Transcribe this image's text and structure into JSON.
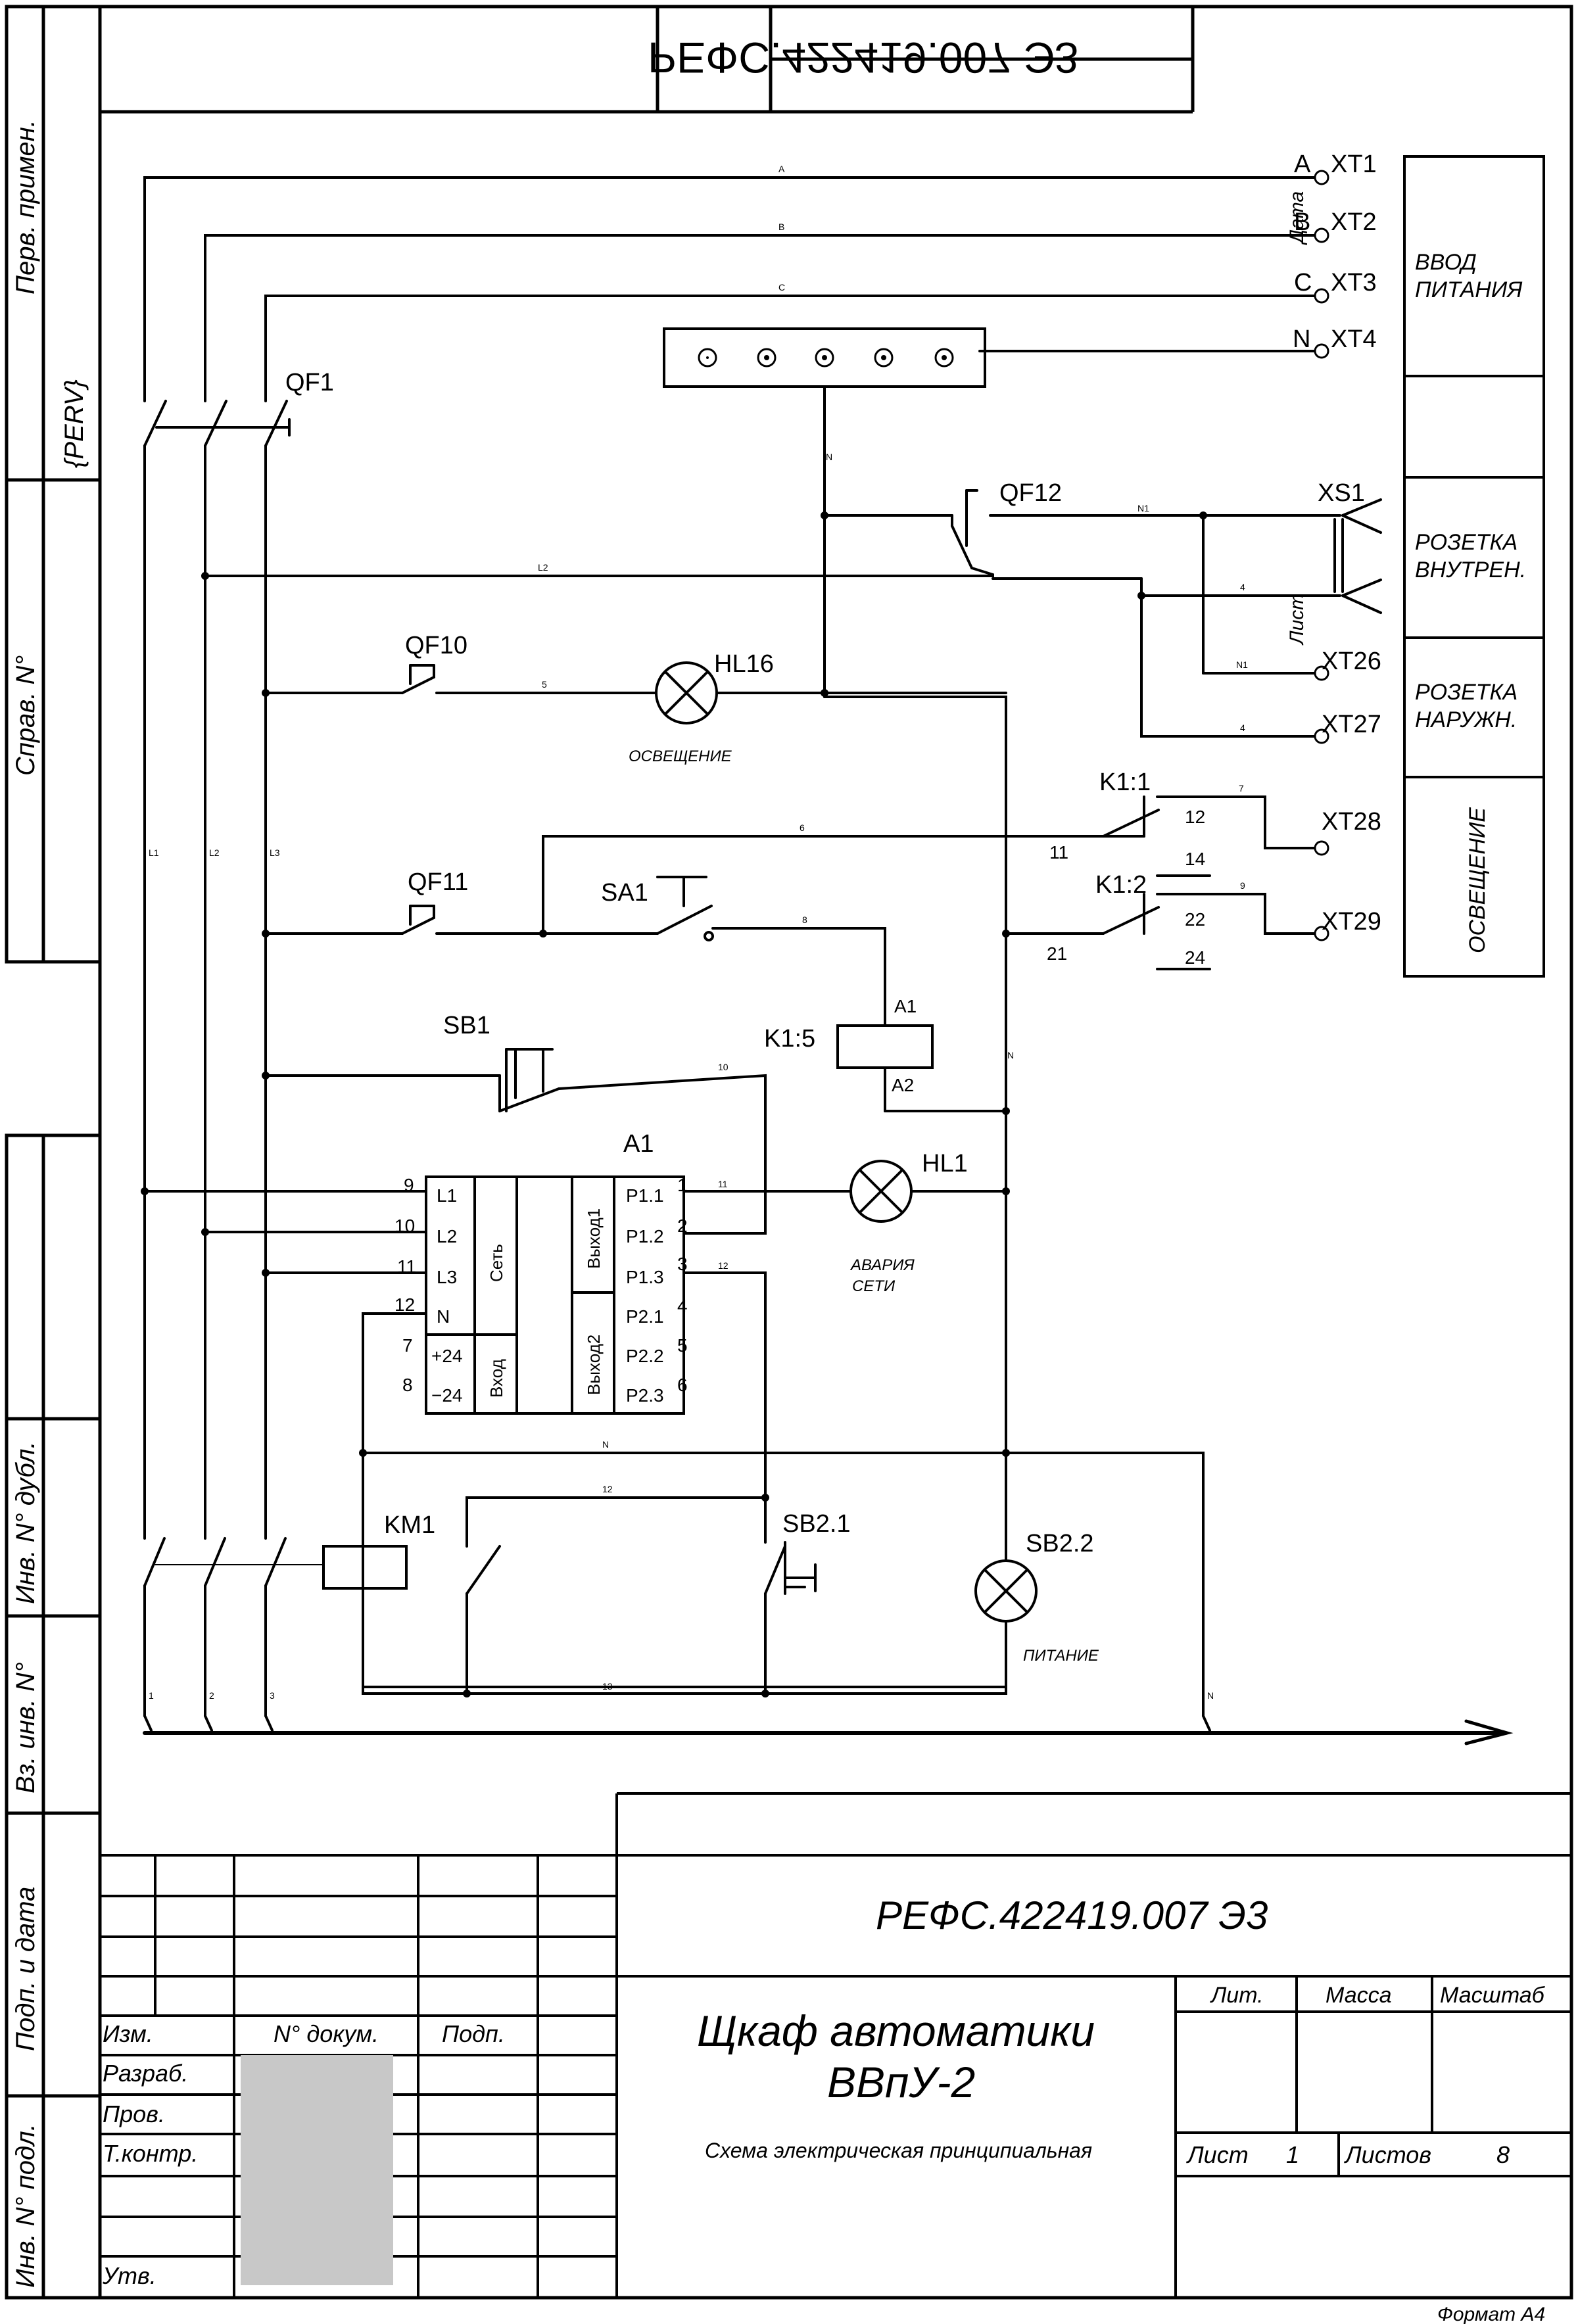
{
  "stamp_top": {
    "code_mirrored": "РЕФС.422419.007 Э3"
  },
  "side_labels": {
    "perv_primen": "Перв. примен.",
    "perv_value": "{PERV}",
    "sprav": "Справ. N°",
    "inv_dubl": "Инв. N° дубл.",
    "vz_inv": "Вз. инв. N°",
    "podp_data": "Подп. и дата",
    "inv_podl": "Инв. N° подл."
  },
  "right_table": {
    "vvod": [
      "ВВОД",
      "ПИТАНИЯ"
    ],
    "rozetka_vnutr": [
      "РОЗЕТКА",
      "ВНУТРЕН."
    ],
    "rozetka_naruzh": [
      "РОЗЕТКА",
      "НАРУЖН."
    ],
    "osveshchenie": "ОСВЕЩЕНИЕ"
  },
  "overlay": {
    "data": "Дата",
    "list": "Лист"
  },
  "terminals": {
    "xt1": "XT1",
    "xt2": "XT2",
    "xt3": "XT3",
    "xt4": "XT4",
    "xs1": "XS1",
    "xt26": "XT26",
    "xt27": "XT27",
    "xt28": "XT28",
    "xt29": "XT29",
    "a": "A",
    "b": "B",
    "c": "C",
    "n": "N"
  },
  "components": {
    "qf1": "QF1",
    "qf12": "QF12",
    "qf10": "QF10",
    "qf11": "QF11",
    "hl16": "HL16",
    "hl1": "HL1",
    "sa1": "SA1",
    "sb1": "SB1",
    "k1_1": "K1:1",
    "k1_2": "K1:2",
    "k1_5": "K1:5",
    "a1": "A1",
    "km1": "KM1",
    "sb2_1": "SB2.1",
    "sb2_2": "SB2.2"
  },
  "captions": {
    "osveshchenie": "ОСВЕЩЕНИЕ",
    "avaria": [
      "АВАРИЯ",
      "СЕТИ"
    ],
    "pitanie": "ПИТАНИЕ"
  },
  "wire_labels": {
    "a": "A",
    "b": "B",
    "c": "C",
    "n": "N",
    "n1": "N1",
    "l2": "L2",
    "four": "4",
    "l1": "L1",
    "l3": "L3",
    "five": "5",
    "six": "6",
    "seven": "7",
    "eight": "8",
    "nine": "9",
    "ten": "10",
    "eleven": "11",
    "twelve": "12",
    "thirteen": "13",
    "one": "1",
    "two": "2",
    "three": "3"
  },
  "contact_numbers": {
    "c11": "11",
    "c12": "12",
    "c14": "14",
    "c21": "21",
    "c22": "22",
    "c24": "24",
    "coil_a1": "A1",
    "coil_a2": "A2"
  },
  "module_a1": {
    "left_pins": [
      "9",
      "10",
      "11",
      "12",
      "7",
      "8"
    ],
    "left_labels": [
      "L1",
      "L2",
      "L3",
      "N",
      "+24",
      "−24"
    ],
    "set": "Сеть",
    "vhod": "Вход",
    "vyhod1": "Выход1",
    "vyhod2": "Выход2",
    "right_labels": [
      "P1.1",
      "P1.2",
      "P1.3",
      "P2.1",
      "P2.2",
      "P2.3"
    ],
    "right_pins": [
      "1",
      "2",
      "3",
      "4",
      "5",
      "6"
    ]
  },
  "title_block": {
    "code": "РЕФС.422419.007 Э3",
    "name_line1": "Щкаф автоматики",
    "name_line2": "ВВпУ-2",
    "scheme_type": "Схема электрическая принципиальная",
    "lit": "Лит.",
    "massa": "Масса",
    "masshtab": "Масштаб",
    "list_label": "Лист",
    "list_value": "1",
    "listov_label": "Листов",
    "listov_value": "8",
    "izm": "Изм.",
    "n_dokum": "N° докум.",
    "podp": "Подп.",
    "razrab": "Разраб.",
    "prov": "Пров.",
    "tkontr": "Т.контр.",
    "utv": "Утв."
  },
  "format": "Формат А4",
  "colors": {
    "ink": "#000000",
    "redaction": "#c8c8c8"
  }
}
